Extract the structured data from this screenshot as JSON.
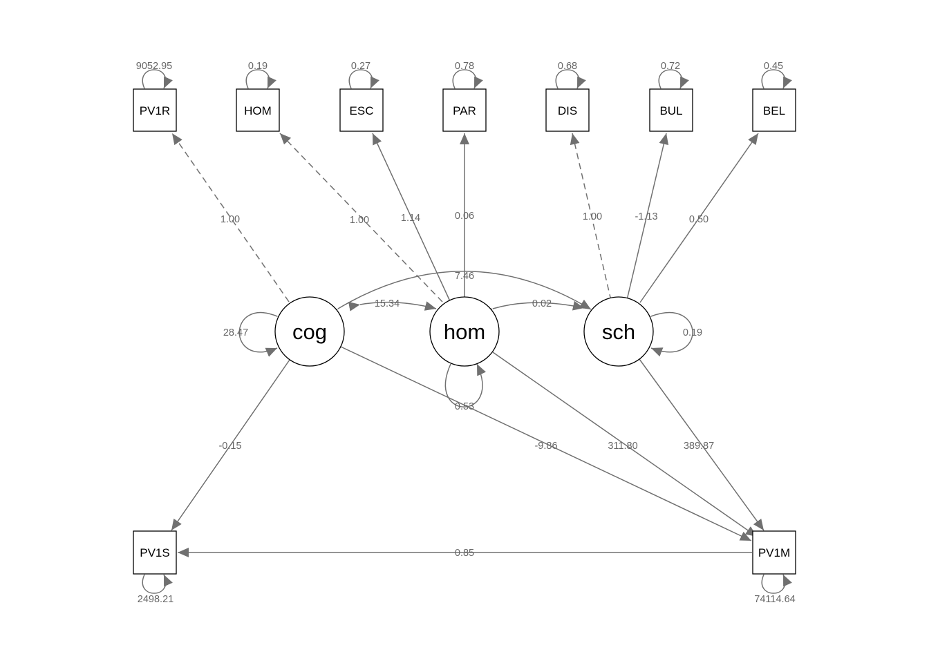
{
  "nodes": {
    "pv1r": "PV1R",
    "hom_obs": "HOM",
    "esc": "ESC",
    "par": "PAR",
    "dis": "DIS",
    "bul": "BUL",
    "bel": "BEL",
    "pv1s": "PV1S",
    "pv1m": "PV1M",
    "cog": "cog",
    "hom": "hom",
    "sch": "sch"
  },
  "variances": {
    "pv1r": "9052.95",
    "hom_obs": "0.19",
    "esc": "0.27",
    "par": "0.78",
    "dis": "0.68",
    "bul": "0.72",
    "bel": "0.45",
    "pv1s": "2498.21",
    "pv1m": "74114.64",
    "cog": "28.47",
    "hom": "0.53",
    "sch": "0.19"
  },
  "loadings": {
    "cog_pv1r": "1.00",
    "hom_hom": "1.00",
    "hom_esc": "1.14",
    "hom_par": "0.06",
    "sch_dis": "1.00",
    "sch_bul": "-1.13",
    "sch_bel": "0.50"
  },
  "covariances": {
    "cog_hom": "15.34",
    "hom_sch": "0.02",
    "cog_sch": "7.46"
  },
  "regressions": {
    "cog_pv1s": "-0.15",
    "cog_pv1m": "-9.86",
    "hom_pv1m": "311.80",
    "sch_pv1m": "389.87",
    "pv1m_pv1s": "0.85"
  },
  "colors": {
    "edge": "#707070",
    "label": "#666666",
    "node_border": "#000000"
  }
}
